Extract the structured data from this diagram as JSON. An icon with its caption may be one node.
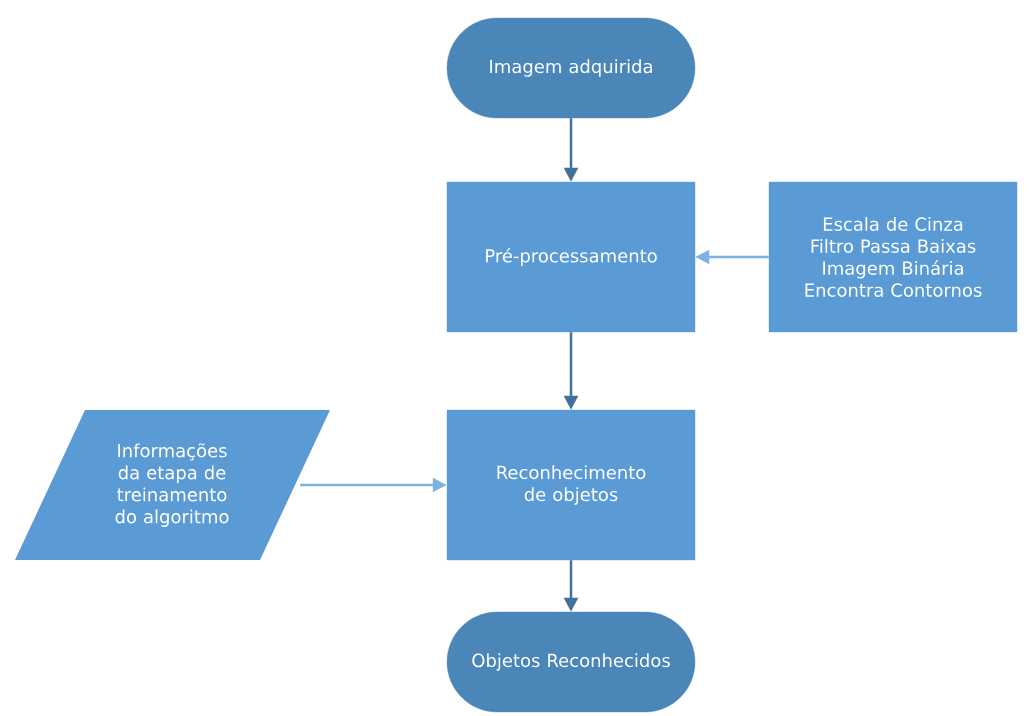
{
  "diagram": {
    "nodes": [
      {
        "text": [
          "Imagem adquirida"
        ]
      },
      {
        "text": [
          "Pré-processamento"
        ]
      },
      {
        "text": [
          "Escala de Cinza",
          "Filtro Passa Baixas",
          "Imagem Binária",
          "Encontra Contornos"
        ]
      },
      {
        "text": [
          "Informações da etapa de treinamento do algoritmo"
        ]
      },
      {
        "text": [
          "Reconhecimento de objetos"
        ]
      },
      {
        "text": [
          "Objetos Reconhecidos"
        ]
      }
    ],
    "edges": [
      {
        "from": 0,
        "to": 1,
        "arrow": "to"
      },
      {
        "from": 2,
        "to": 1,
        "arrow": "to",
        "color": "#7eb2e0"
      },
      {
        "from": 1,
        "to": 4,
        "arrow": "to"
      },
      {
        "from": 3,
        "to": 4,
        "arrow": "to",
        "color": "#7eb2e0"
      },
      {
        "from": 4,
        "to": 5,
        "arrow": "to"
      }
    ]
  }
}
